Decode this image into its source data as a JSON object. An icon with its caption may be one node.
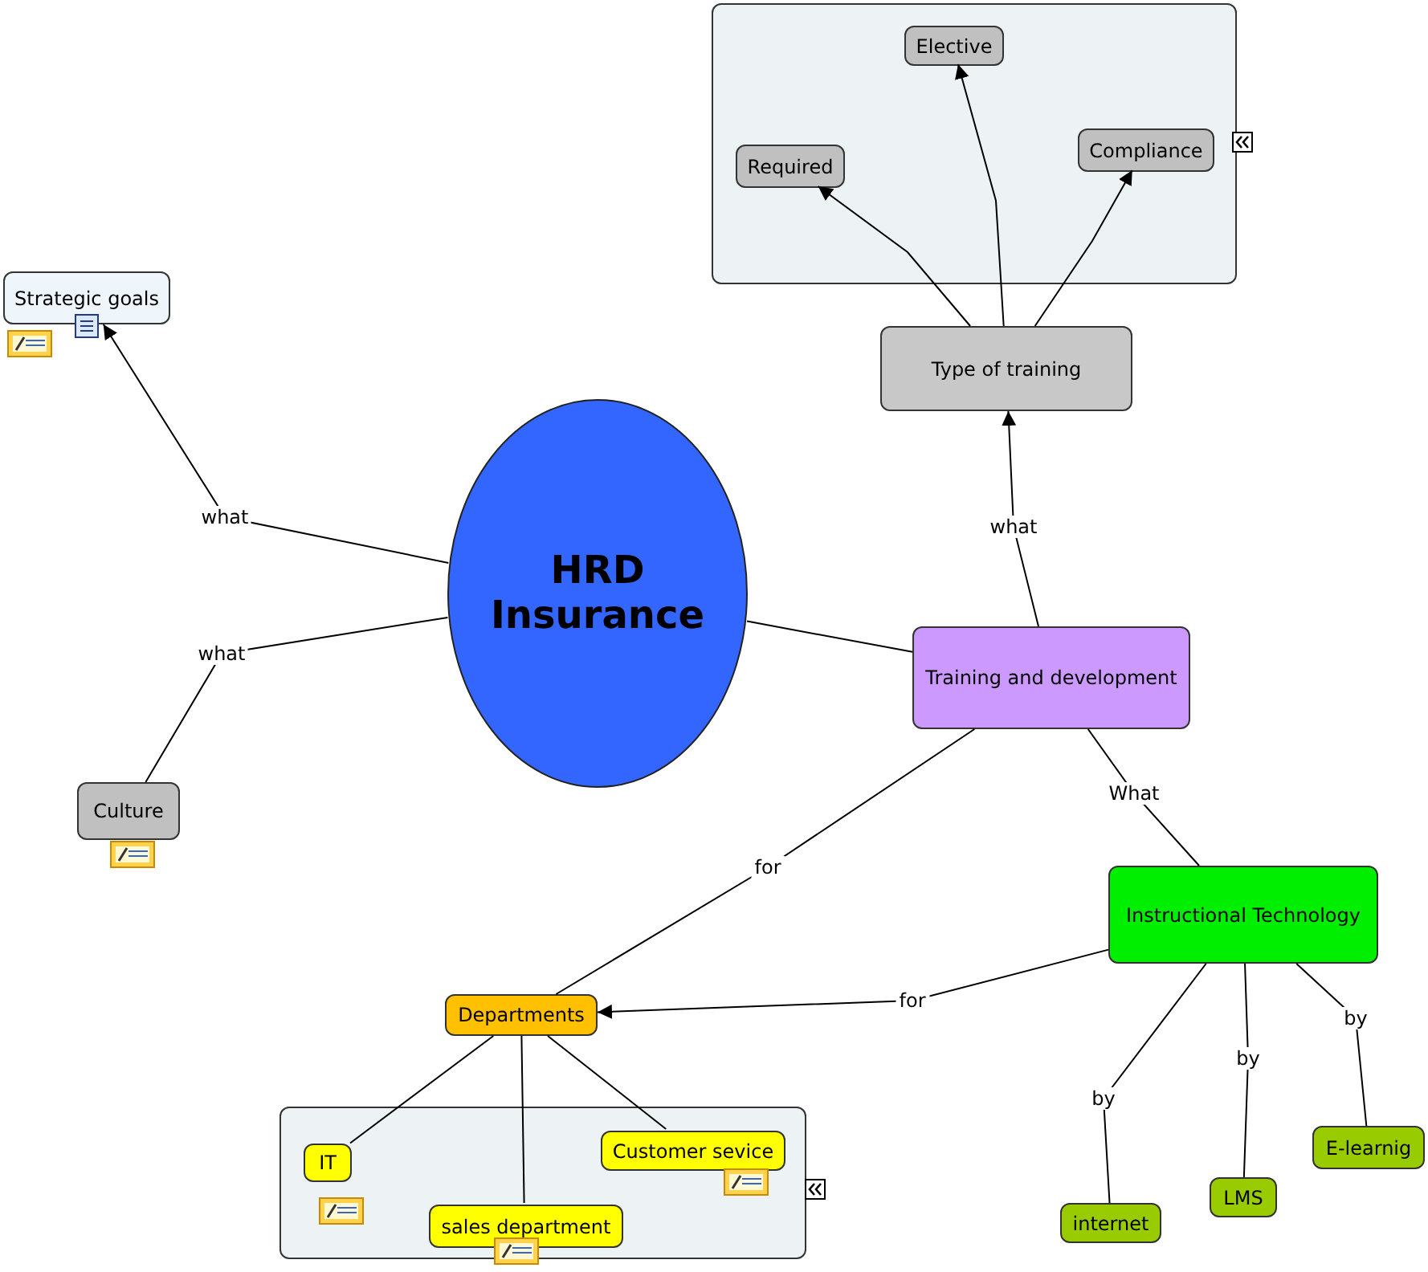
{
  "diagram": {
    "nodes": [
      {
        "text": [
          "HRD Insurance"
        ]
      },
      {
        "text": [
          "Strategic goals"
        ]
      },
      {
        "text": [
          "Culture"
        ]
      },
      {
        "text": [],
        "shape": "box"
      },
      {
        "text": [
          "Required"
        ],
        "in": 3
      },
      {
        "text": [
          "Elective"
        ],
        "in": 3
      },
      {
        "text": [
          "Compliance"
        ],
        "in": 3
      },
      {
        "text": [
          "Type of training"
        ]
      },
      {
        "text": [
          "Training and development"
        ]
      },
      {
        "text": [
          "Instructional Technology"
        ]
      },
      {
        "text": [
          "Departments"
        ]
      },
      {
        "text": [],
        "shape": "box"
      },
      {
        "text": [
          "IT"
        ],
        "in": 11
      },
      {
        "text": [
          "Customer sevice"
        ],
        "in": 11
      },
      {
        "text": [
          "sales department"
        ],
        "in": 11
      },
      {
        "text": [
          "internet"
        ]
      },
      {
        "text": [
          "LMS"
        ]
      },
      {
        "text": [
          "E-learnig"
        ]
      }
    ],
    "edges": [
      {
        "from": 0,
        "to": 1,
        "label": "what",
        "arrow": "to"
      },
      {
        "from": 0,
        "to": 2,
        "label": "what",
        "arrow": "none"
      },
      {
        "from": 0,
        "to": 8,
        "arrow": "none"
      },
      {
        "from": 8,
        "to": 7,
        "label": "what",
        "arrow": "to"
      },
      {
        "from": 7,
        "to": 4,
        "arrow": "to"
      },
      {
        "from": 7,
        "to": 5,
        "arrow": "to"
      },
      {
        "from": 7,
        "to": 6,
        "arrow": "to"
      },
      {
        "from": 8,
        "to": 10,
        "label": "for",
        "arrow": "none"
      },
      {
        "from": 8,
        "to": 9,
        "label": "What",
        "arrow": "none"
      },
      {
        "from": 9,
        "to": 10,
        "label": "for",
        "arrow": "to"
      },
      {
        "from": 10,
        "to": 12,
        "arrow": "none"
      },
      {
        "from": 10,
        "to": 14,
        "arrow": "none"
      },
      {
        "from": 10,
        "to": 13,
        "arrow": "none"
      },
      {
        "from": 9,
        "to": 15,
        "label": "by",
        "arrow": "none"
      },
      {
        "from": 9,
        "to": 16,
        "label": "by",
        "arrow": "none"
      },
      {
        "from": 9,
        "to": 17,
        "label": "by",
        "arrow": "none"
      }
    ]
  }
}
